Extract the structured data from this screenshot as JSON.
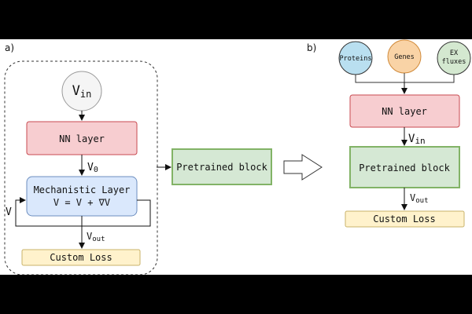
{
  "panel_a": {
    "label": "a)",
    "vin_node": {
      "main": "V",
      "sub": "in"
    },
    "nn_layer": "NN layer",
    "v0_label": {
      "main": "V",
      "sub": "0"
    },
    "mech_layer": {
      "title": "Mechanistic Layer",
      "eq": "V = V + ∇V"
    },
    "loop_label": "V",
    "vout_label": {
      "main": "V",
      "sub": "out"
    },
    "custom_loss": "Custom Loss"
  },
  "pretrained_block_mid": "Pretrained block",
  "panel_b": {
    "label": "b)",
    "inputs": [
      {
        "label": "Proteins",
        "fill": "#b9dff0"
      },
      {
        "label": "Genes",
        "fill": "#f9d3a6"
      },
      {
        "label": "EX\nfluxes",
        "fill": "#d4e8d0"
      }
    ],
    "nn_layer": "NN layer",
    "vin_label": {
      "main": "V",
      "sub": "in"
    },
    "pretrained_block": "Pretrained block",
    "vout_label": {
      "main": "V",
      "sub": "out"
    },
    "custom_loss": "Custom Loss"
  },
  "colors": {
    "nn_fill": "#f7cdd0",
    "nn_stroke": "#c84a50",
    "mech_fill": "#dae8fc",
    "mech_stroke": "#6c8ebf",
    "loss_fill": "#fff2cc",
    "loss_stroke": "#c9b36a",
    "pre_fill": "#d5e8d4",
    "pre_stroke": "#82b366"
  }
}
